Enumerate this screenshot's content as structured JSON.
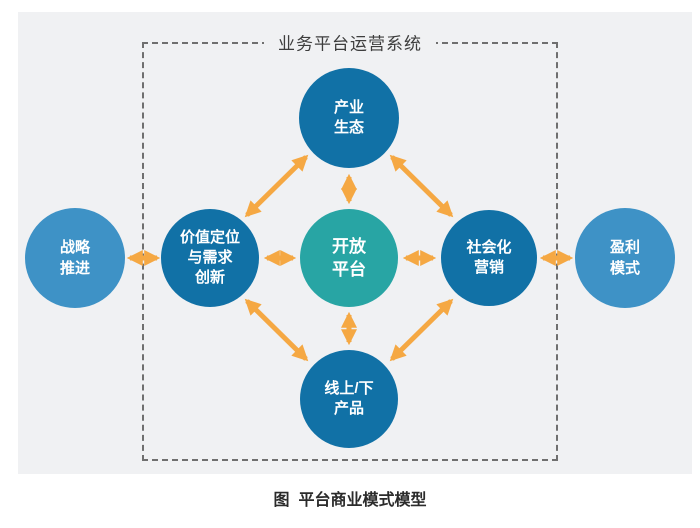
{
  "diagram": {
    "system_label": "业务平台运营系统",
    "caption": "图  平台商业模式模型",
    "colors": {
      "panel_background": "#F0F1F3",
      "node_inner_blue": "#1171A6",
      "node_outer_blue": "#3E92C6",
      "node_center_teal": "#28A5A4",
      "arrow_orange": "#F5A843",
      "boundary_dash_gray": "#6f6f6f",
      "node_text": "#FFFFFF"
    },
    "nodes": [
      {
        "id": "strategy-advancement",
        "variant": "outer",
        "lines": [
          "战略",
          "推进"
        ]
      },
      {
        "id": "value-positioning",
        "variant": "inner",
        "lines": [
          "价值定位",
          "与需求",
          "创新"
        ]
      },
      {
        "id": "industry-ecology",
        "variant": "inner",
        "lines": [
          "产业",
          "生态"
        ]
      },
      {
        "id": "open-platform",
        "variant": "center",
        "lines": [
          "开放",
          "平台"
        ]
      },
      {
        "id": "social-marketing",
        "variant": "inner",
        "lines": [
          "社会化",
          "营销"
        ]
      },
      {
        "id": "online-offline-products",
        "variant": "inner",
        "lines": [
          "线上/下",
          "产品"
        ]
      },
      {
        "id": "profit-model",
        "variant": "outer",
        "lines": [
          "盈利",
          "模式"
        ]
      }
    ],
    "connections": [
      {
        "from": "strategy-advancement",
        "to": "value-positioning",
        "bidirectional": true
      },
      {
        "from": "value-positioning",
        "to": "industry-ecology",
        "bidirectional": true
      },
      {
        "from": "value-positioning",
        "to": "open-platform",
        "bidirectional": true
      },
      {
        "from": "value-positioning",
        "to": "online-offline-products",
        "bidirectional": true
      },
      {
        "from": "industry-ecology",
        "to": "open-platform",
        "bidirectional": true
      },
      {
        "from": "industry-ecology",
        "to": "social-marketing",
        "bidirectional": true
      },
      {
        "from": "open-platform",
        "to": "social-marketing",
        "bidirectional": true
      },
      {
        "from": "open-platform",
        "to": "online-offline-products",
        "bidirectional": true
      },
      {
        "from": "social-marketing",
        "to": "online-offline-products",
        "bidirectional": true
      },
      {
        "from": "social-marketing",
        "to": "profit-model",
        "bidirectional": true
      }
    ]
  }
}
